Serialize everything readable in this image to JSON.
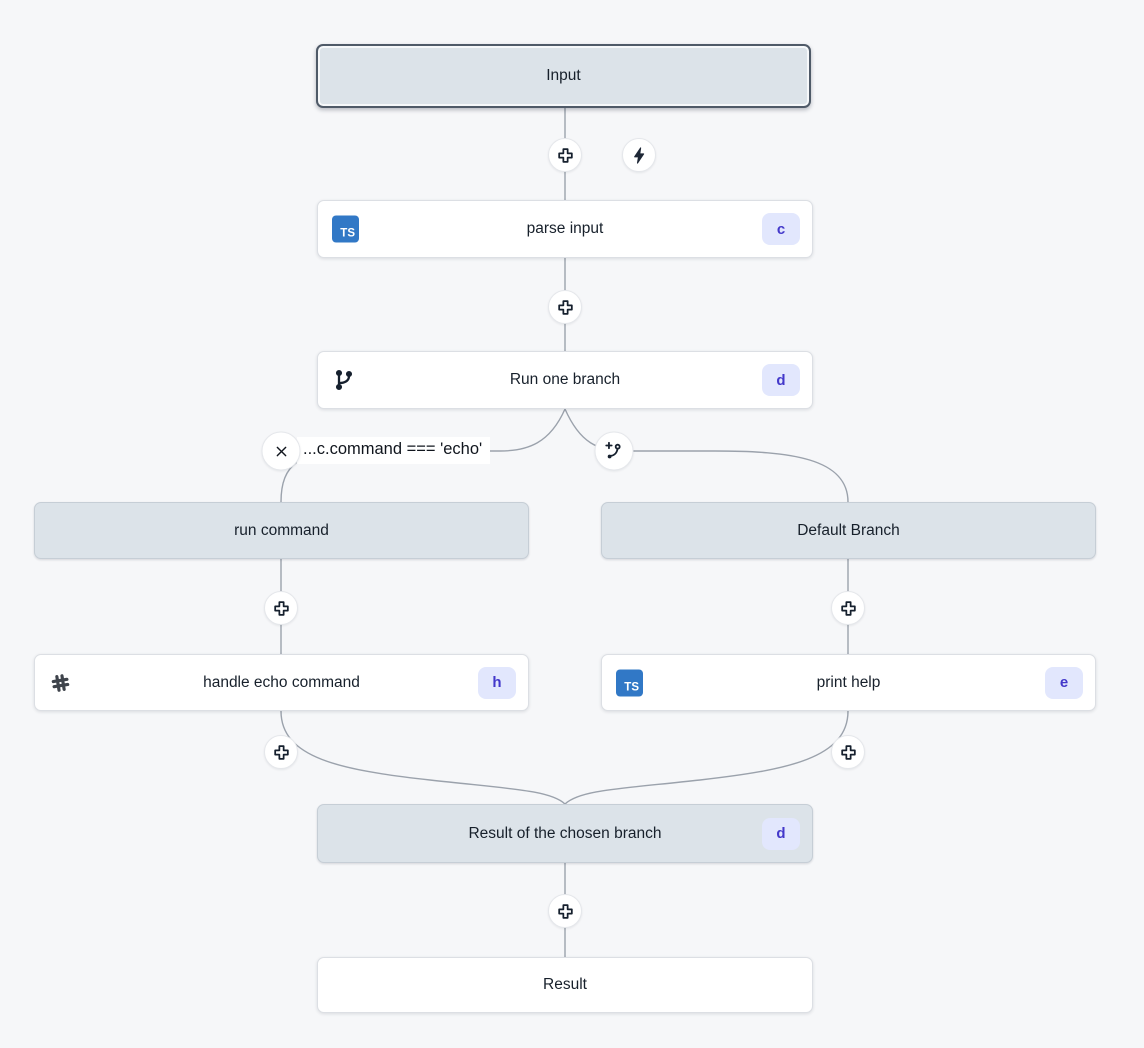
{
  "app": {
    "view": "flow-graph"
  },
  "colors": {
    "background": "#f6f7f9",
    "node_gray_bg": "#dce3e9",
    "node_white_bg": "#ffffff",
    "selected_border": "#4f5a68",
    "edge_line": "#9ba2ac",
    "badge_bg": "#e2e7fd",
    "badge_text": "#4338ca",
    "typescript_blue": "#3178c6",
    "icon_dark": "#16202e"
  },
  "nodes": {
    "input": {
      "label": "Input",
      "selected": true
    },
    "parse_input": {
      "label": "parse input",
      "badge": "c",
      "icon": "typescript"
    },
    "run_one_branch": {
      "label": "Run one branch",
      "badge": "d",
      "icon": "git-branch"
    },
    "run_command": {
      "label": "run command"
    },
    "default_branch": {
      "label": "Default Branch"
    },
    "handle_echo_command": {
      "label": "handle echo command",
      "badge": "h",
      "icon": "hash"
    },
    "print_help": {
      "label": "print help",
      "badge": "e",
      "icon": "typescript"
    },
    "result_of_chosen_branch": {
      "label": "Result of the chosen branch",
      "badge": "d"
    },
    "result": {
      "label": "Result"
    }
  },
  "branch": {
    "condition_label": "...c.command === 'echo'"
  },
  "icons": {
    "typescript_label": "TS"
  }
}
